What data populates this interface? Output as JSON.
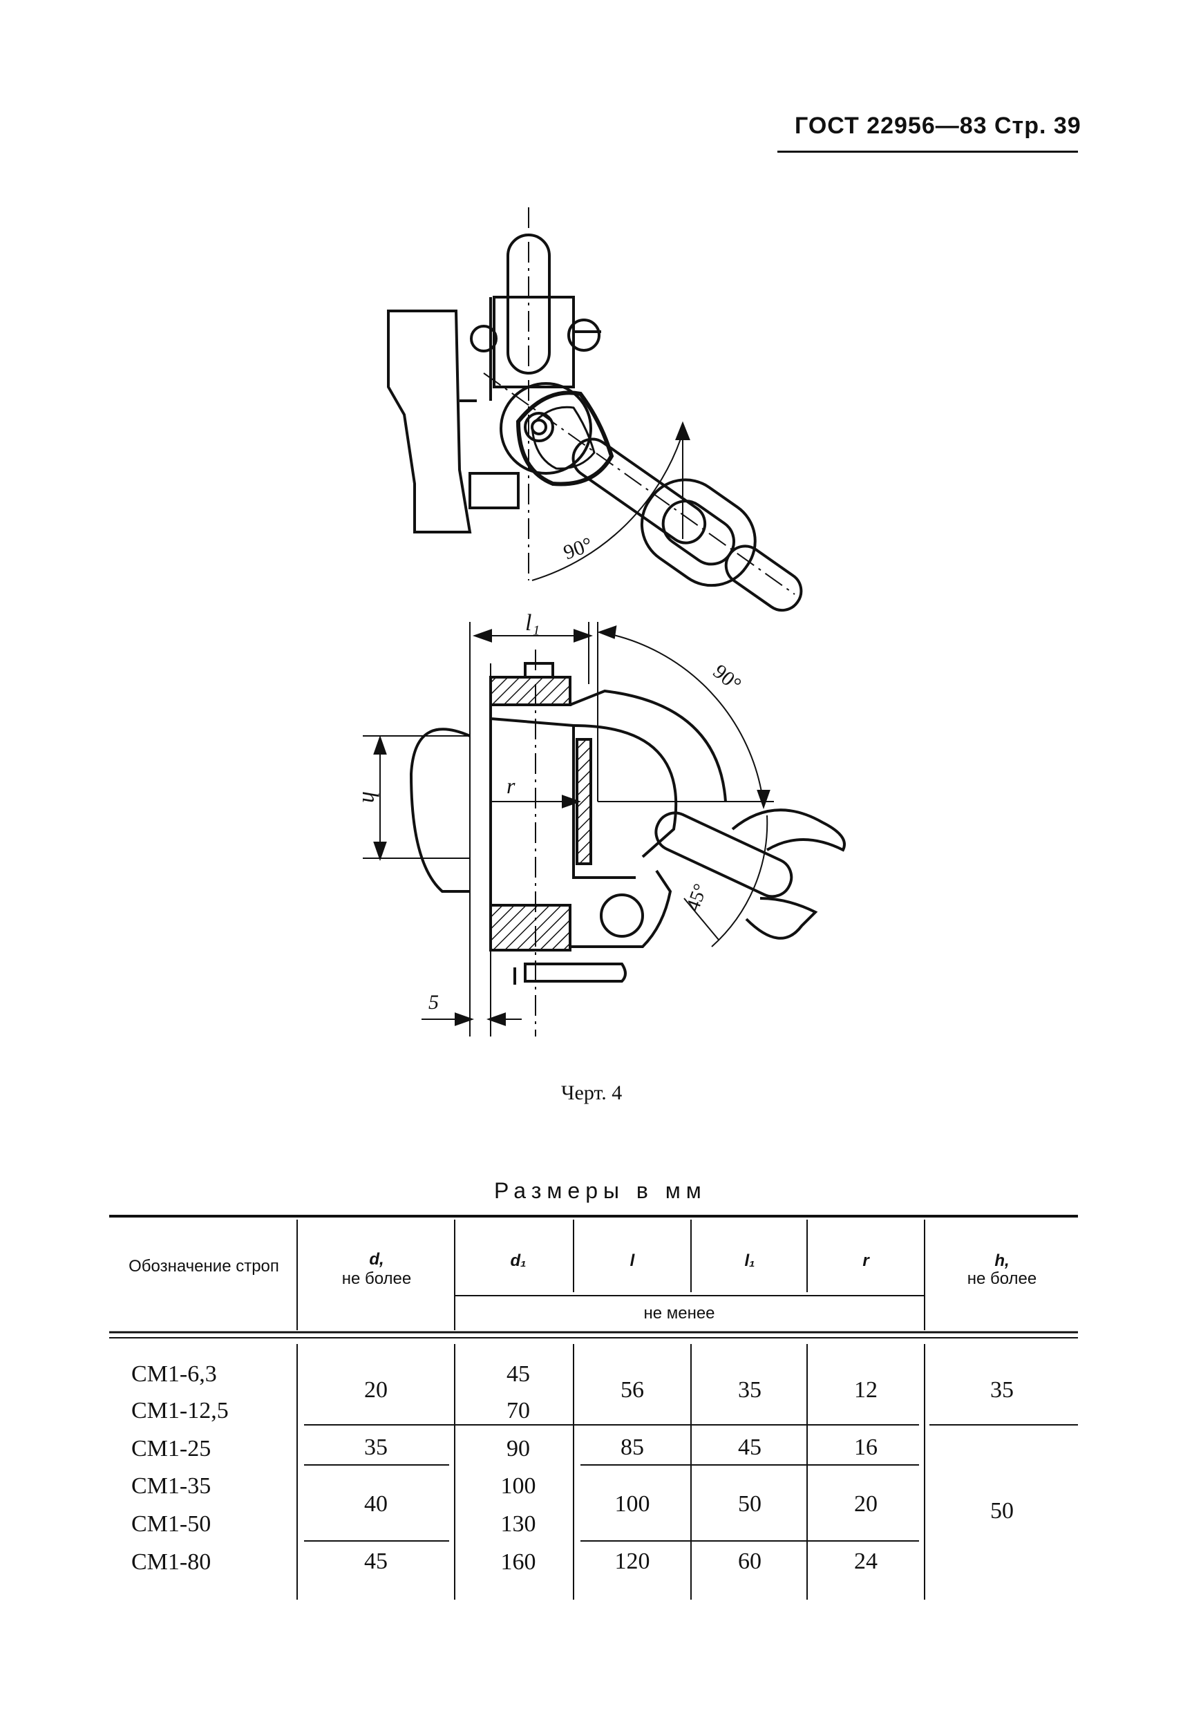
{
  "page_header": "ГОСТ 22956—83 Стр. 39",
  "drawing": {
    "dim_l1": "l₁",
    "dim_h": "h",
    "dim_r": "r",
    "dim_5": "5",
    "angle_top": "90°",
    "angle_right": "90°",
    "angle_45": "45°"
  },
  "caption": "Черт. 4",
  "units_title": "Размеры в мм",
  "table": {
    "col_designation": "Обозначение строп",
    "col_d_sym": "d,",
    "col_d_note": "не более",
    "col_d1": "d₁",
    "col_l": "l",
    "col_l1": "l₁",
    "col_r": "r",
    "col_h_sym": "h,",
    "col_h_note": "не более",
    "not_less": "не менее",
    "designations": [
      "СМ1-6,3",
      "СМ1-12,5",
      "СМ1-25",
      "СМ1-35",
      "СМ1-50",
      "СМ1-80"
    ],
    "d_values": [
      "20",
      "35",
      "40",
      "45"
    ],
    "d1_values": [
      "45",
      "70",
      "90",
      "100",
      "130",
      "160"
    ],
    "l_values": [
      "56",
      "85",
      "100",
      "120"
    ],
    "l1_values": [
      "35",
      "45",
      "50",
      "60"
    ],
    "r_values": [
      "12",
      "16",
      "20",
      "24"
    ],
    "h_values": [
      "35",
      "50"
    ]
  }
}
